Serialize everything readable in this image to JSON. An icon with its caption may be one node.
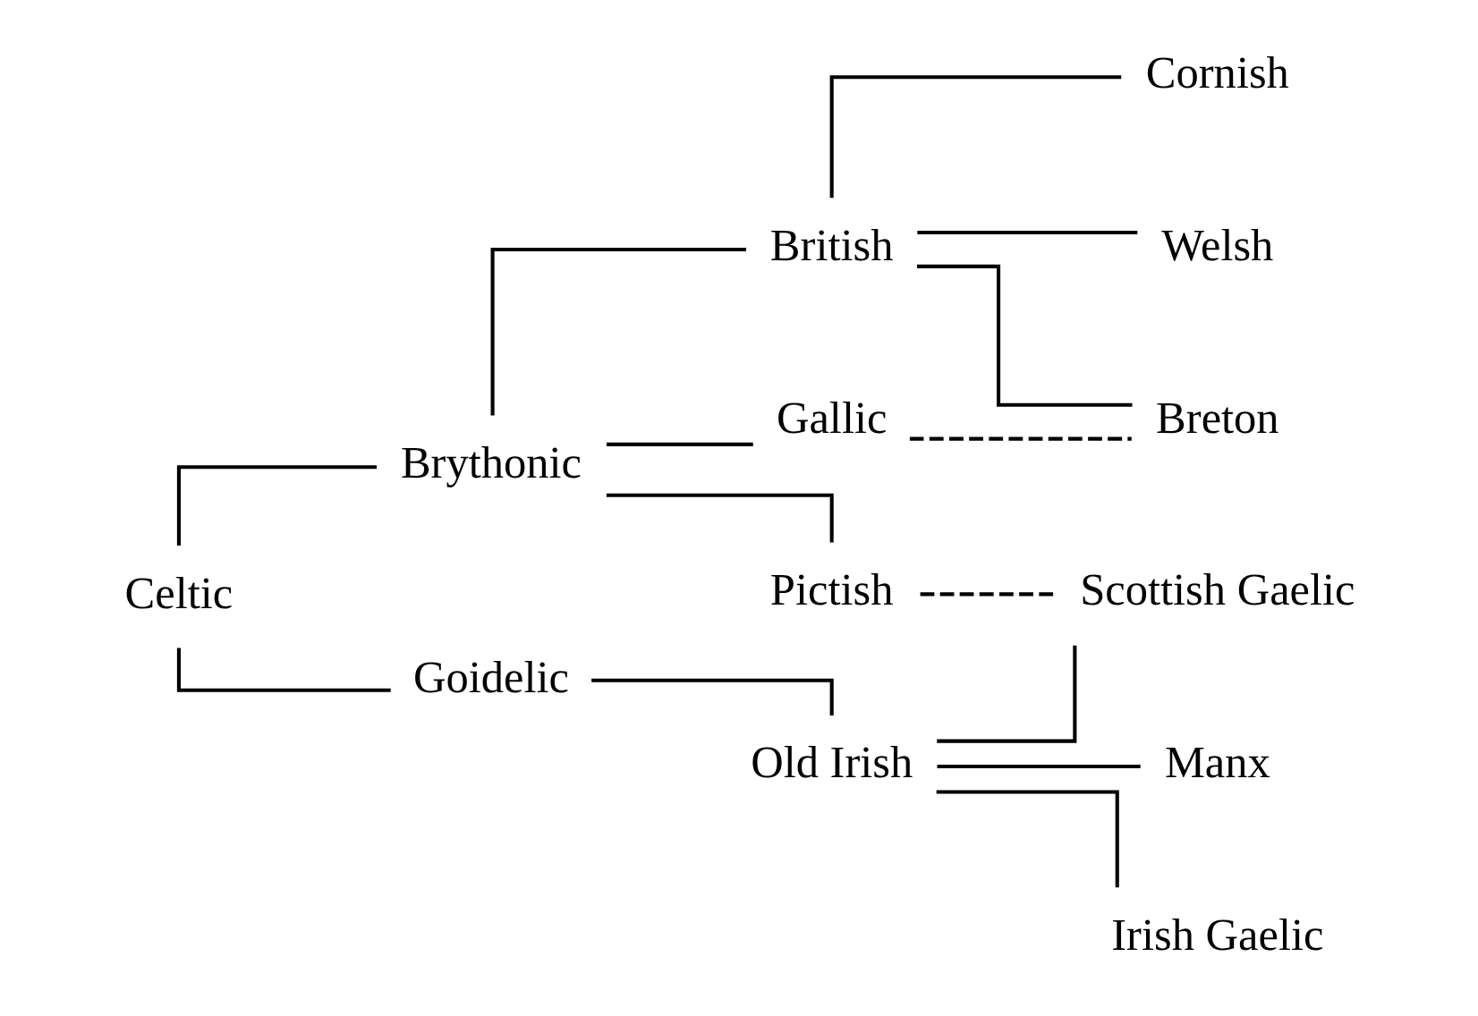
{
  "diagram": {
    "nodes": [
      {
        "text": [
          "Celtic"
        ]
      },
      {
        "text": [
          "Brythonic"
        ]
      },
      {
        "text": [
          "Goidelic"
        ]
      },
      {
        "text": [
          "British"
        ]
      },
      {
        "text": [
          "Gallic"
        ]
      },
      {
        "text": [
          "Pictish"
        ]
      },
      {
        "text": [
          "Cornish"
        ]
      },
      {
        "text": [
          "Welsh"
        ]
      },
      {
        "text": [
          "Breton"
        ]
      },
      {
        "text": [
          "Old Irish"
        ]
      },
      {
        "text": [
          "Scottish Gaelic"
        ]
      },
      {
        "text": [
          "Manx"
        ]
      },
      {
        "text": [
          "Irish Gaelic"
        ]
      }
    ],
    "edges": [
      {
        "from": 0,
        "to": 1,
        "arrow": "none"
      },
      {
        "from": 0,
        "to": 2,
        "arrow": "none"
      },
      {
        "from": 1,
        "to": 3,
        "arrow": "none"
      },
      {
        "from": 1,
        "to": 4,
        "arrow": "none"
      },
      {
        "from": 1,
        "to": 5,
        "arrow": "none"
      },
      {
        "from": 3,
        "to": 6,
        "arrow": "none"
      },
      {
        "from": 3,
        "to": 7,
        "arrow": "none"
      },
      {
        "from": 3,
        "to": 8,
        "arrow": "none"
      },
      {
        "from": 4,
        "to": 8,
        "arrow": "none",
        "style": "dashed"
      },
      {
        "from": 2,
        "to": 9,
        "arrow": "none"
      },
      {
        "from": 5,
        "to": 10,
        "arrow": "none",
        "style": "dashed"
      },
      {
        "from": 9,
        "to": 10,
        "arrow": "none"
      },
      {
        "from": 9,
        "to": 11,
        "arrow": "none"
      },
      {
        "from": 9,
        "to": 12,
        "arrow": "none"
      }
    ]
  }
}
